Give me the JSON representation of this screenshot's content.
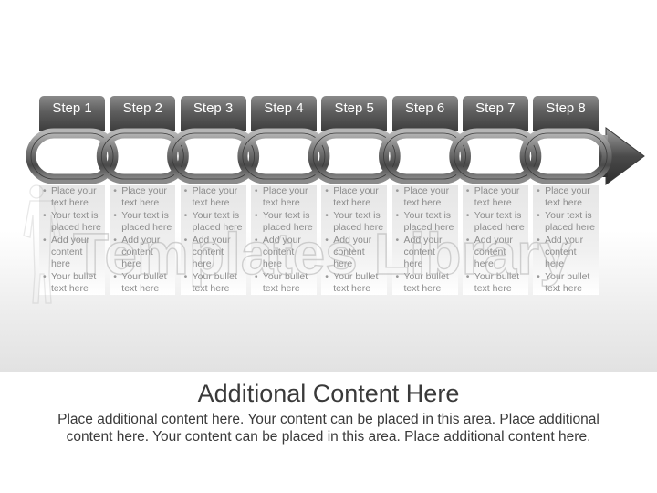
{
  "steps": [
    {
      "step": "Step 1",
      "title": "Title A"
    },
    {
      "step": "Step 2",
      "title": "Title B"
    },
    {
      "step": "Step 3",
      "title": "Title C"
    },
    {
      "step": "Step 4",
      "title": "Title D"
    },
    {
      "step": "Step 5",
      "title": "Title E"
    },
    {
      "step": "Step 6",
      "title": "Title F"
    },
    {
      "step": "Step 7",
      "title": "Title G"
    },
    {
      "step": "Step 8",
      "title": "Title H"
    }
  ],
  "bullets": [
    "Place your text here",
    "Your text is placed here",
    "Add your content here",
    "Your bullet text here"
  ],
  "footer": {
    "heading": "Additional Content Here",
    "paragraph": "Place additional content here. Your content can be placed in this area. Place additional content here. Your content can be placed in this area. Place additional content here."
  },
  "watermark_text": "Templates Library",
  "colors": {
    "tab_dark": "#3e3e3e",
    "chain": "#6a6a6a",
    "text_gray": "#8c8c8c",
    "heading": "#3a3a3a"
  }
}
